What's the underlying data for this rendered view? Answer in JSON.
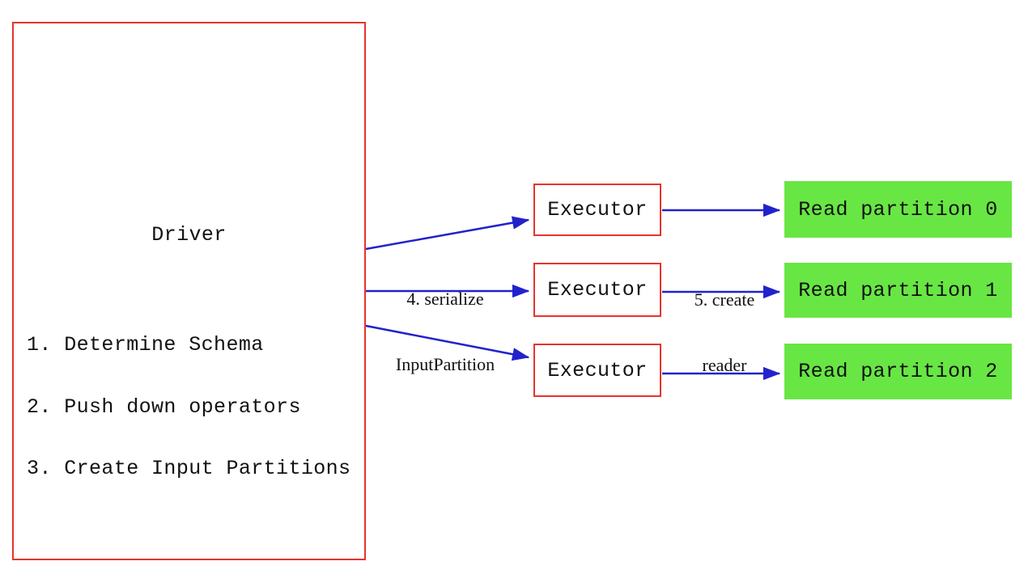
{
  "colors": {
    "box_border": "#e5342e",
    "arrow": "#2222cc",
    "partition_fill": "#68e644",
    "text": "#111111",
    "background": "#ffffff"
  },
  "driver": {
    "title": "Driver",
    "steps": [
      "1. Determine Schema",
      "2. Push down operators",
      "3. Create Input Partitions"
    ]
  },
  "executors": [
    {
      "label": "Executor"
    },
    {
      "label": "Executor"
    },
    {
      "label": "Executor"
    }
  ],
  "partitions": [
    {
      "label": "Read partition 0"
    },
    {
      "label": "Read partition 1"
    },
    {
      "label": "Read partition 2"
    }
  ],
  "edge_labels": {
    "serialize": {
      "line1": "4. serialize",
      "line2": "InputPartition"
    },
    "create_reader": {
      "line1": "5. create",
      "line2": "reader"
    }
  }
}
